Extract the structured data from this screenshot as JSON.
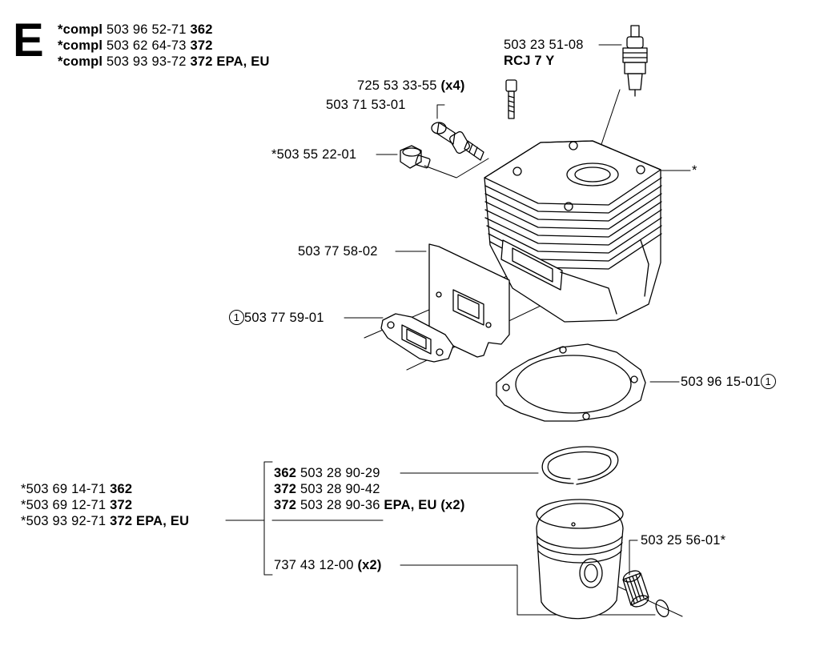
{
  "section": {
    "letter": "E"
  },
  "assemblies": [
    {
      "prefix": "*compl",
      "number": "503 96 52-71",
      "suffix": "362"
    },
    {
      "prefix": "*compl",
      "number": "503 62 64-73",
      "suffix": "372"
    },
    {
      "prefix": "*compl",
      "number": "503 93 93-72",
      "suffix": "372 EPA, EU"
    }
  ],
  "spark_plug": {
    "number": "503 23 51-08",
    "type": "RCJ 7 Y"
  },
  "screw": {
    "number": "725 53 33-55",
    "qty": "(x4)"
  },
  "valve": {
    "number": "503 71 53-01"
  },
  "plug": {
    "number": "*503 55 22-01"
  },
  "cylinder": {
    "marker": "*"
  },
  "gasket_plate": {
    "number": "503 77 58-02"
  },
  "exhaust_gasket": {
    "circle": "1",
    "number": "503 77 59-01"
  },
  "base_gasket": {
    "number": "503 96 15-01",
    "circle": "1"
  },
  "rings": [
    {
      "model": "362",
      "number": "503 28 90-29",
      "extra": ""
    },
    {
      "model": "372",
      "number": "503 28 90-42",
      "extra": ""
    },
    {
      "model": "372",
      "number": "503 28 90-36",
      "extra": "EPA, EU (x2)"
    }
  ],
  "pistons": [
    {
      "number": "*503 69 14-71",
      "model": "362"
    },
    {
      "number": "*503 69 12-71",
      "model": "372"
    },
    {
      "number": "*503 93 92-71",
      "model": "372 EPA, EU"
    }
  ],
  "circlip": {
    "number": "737 43 12-00",
    "qty": "(x2)"
  },
  "bearing": {
    "number": "503 25 56-01*"
  }
}
